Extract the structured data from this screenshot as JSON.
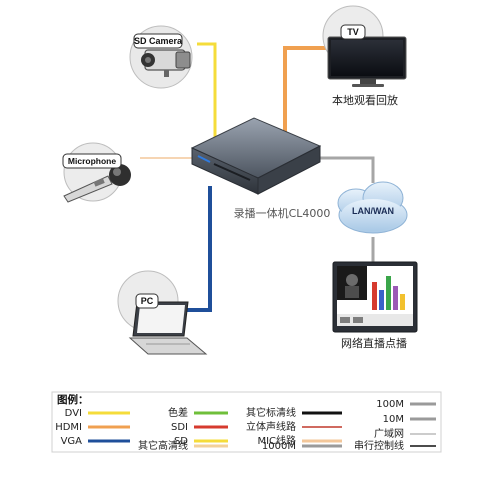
{
  "devices": {
    "camera": {
      "label": "SD Camera"
    },
    "tv": {
      "label": "TV",
      "caption": "本地观看回放"
    },
    "microphone": {
      "label": "Microphone"
    },
    "pc": {
      "label": "PC"
    },
    "recorder": {
      "caption": "录播一体机CL4000"
    },
    "cloud": {
      "label": "LAN/WAN"
    },
    "monitor": {
      "caption": "网络直播点播"
    }
  },
  "links": {
    "camera": "#f5dc3a",
    "tv": "#f0a050",
    "microphone": "#f3c79a",
    "pc": "#1f4f9a",
    "lan": "#a6a6a6"
  },
  "legend": {
    "title": "图例：",
    "items": [
      {
        "label": "DVI",
        "color": "#f5dc3a"
      },
      {
        "label": "HDMI",
        "color": "#f0a050"
      },
      {
        "label": "VGA",
        "color": "#1f4f9a"
      },
      {
        "label": "色差",
        "color": "#6fbf3a"
      },
      {
        "label": "SDI",
        "color": "#d63a2e"
      },
      {
        "label": "SD",
        "color": "#f5dc3a"
      },
      {
        "label": "其它高清线",
        "color": "#f3d19a"
      },
      {
        "label": "其它标清线",
        "color": "#111111"
      },
      {
        "label": "立体声线路",
        "color": "#c0392b"
      },
      {
        "label": "MIC线路",
        "color": "#f3c79a"
      },
      {
        "label": "1000M",
        "color": "#9a9a9a"
      },
      {
        "label": "100M",
        "color": "#9a9a9a"
      },
      {
        "label": "10M",
        "color": "#9a9a9a"
      },
      {
        "label": "广域网",
        "color": "#bbbbbb"
      },
      {
        "label": "串行控制线",
        "color": "#111111"
      }
    ]
  }
}
